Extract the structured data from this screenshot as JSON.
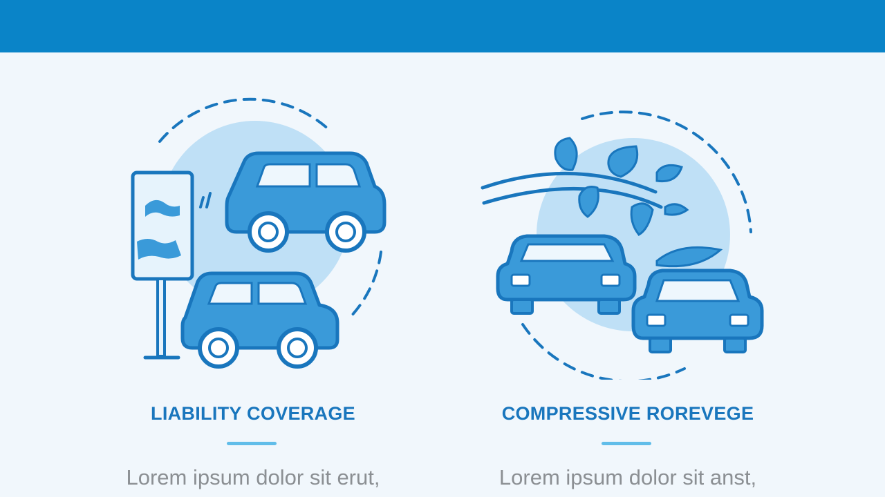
{
  "colors": {
    "header": "#0a84c8",
    "background": "#f1f7fc",
    "accent": "#1976bd",
    "divider": "#61bde9",
    "body_text": "#8b8f93"
  },
  "cards": [
    {
      "title": "LIABILITY COVERAGE",
      "description": "Lorem ipsum dolor sit erut,",
      "icon": "liability-cars-sign-icon"
    },
    {
      "title": "COMPRESSIVE ROREVEGE",
      "description": "Lorem ipsum dolor sit anst,",
      "icon": "comprehensive-cars-branch-icon"
    }
  ]
}
